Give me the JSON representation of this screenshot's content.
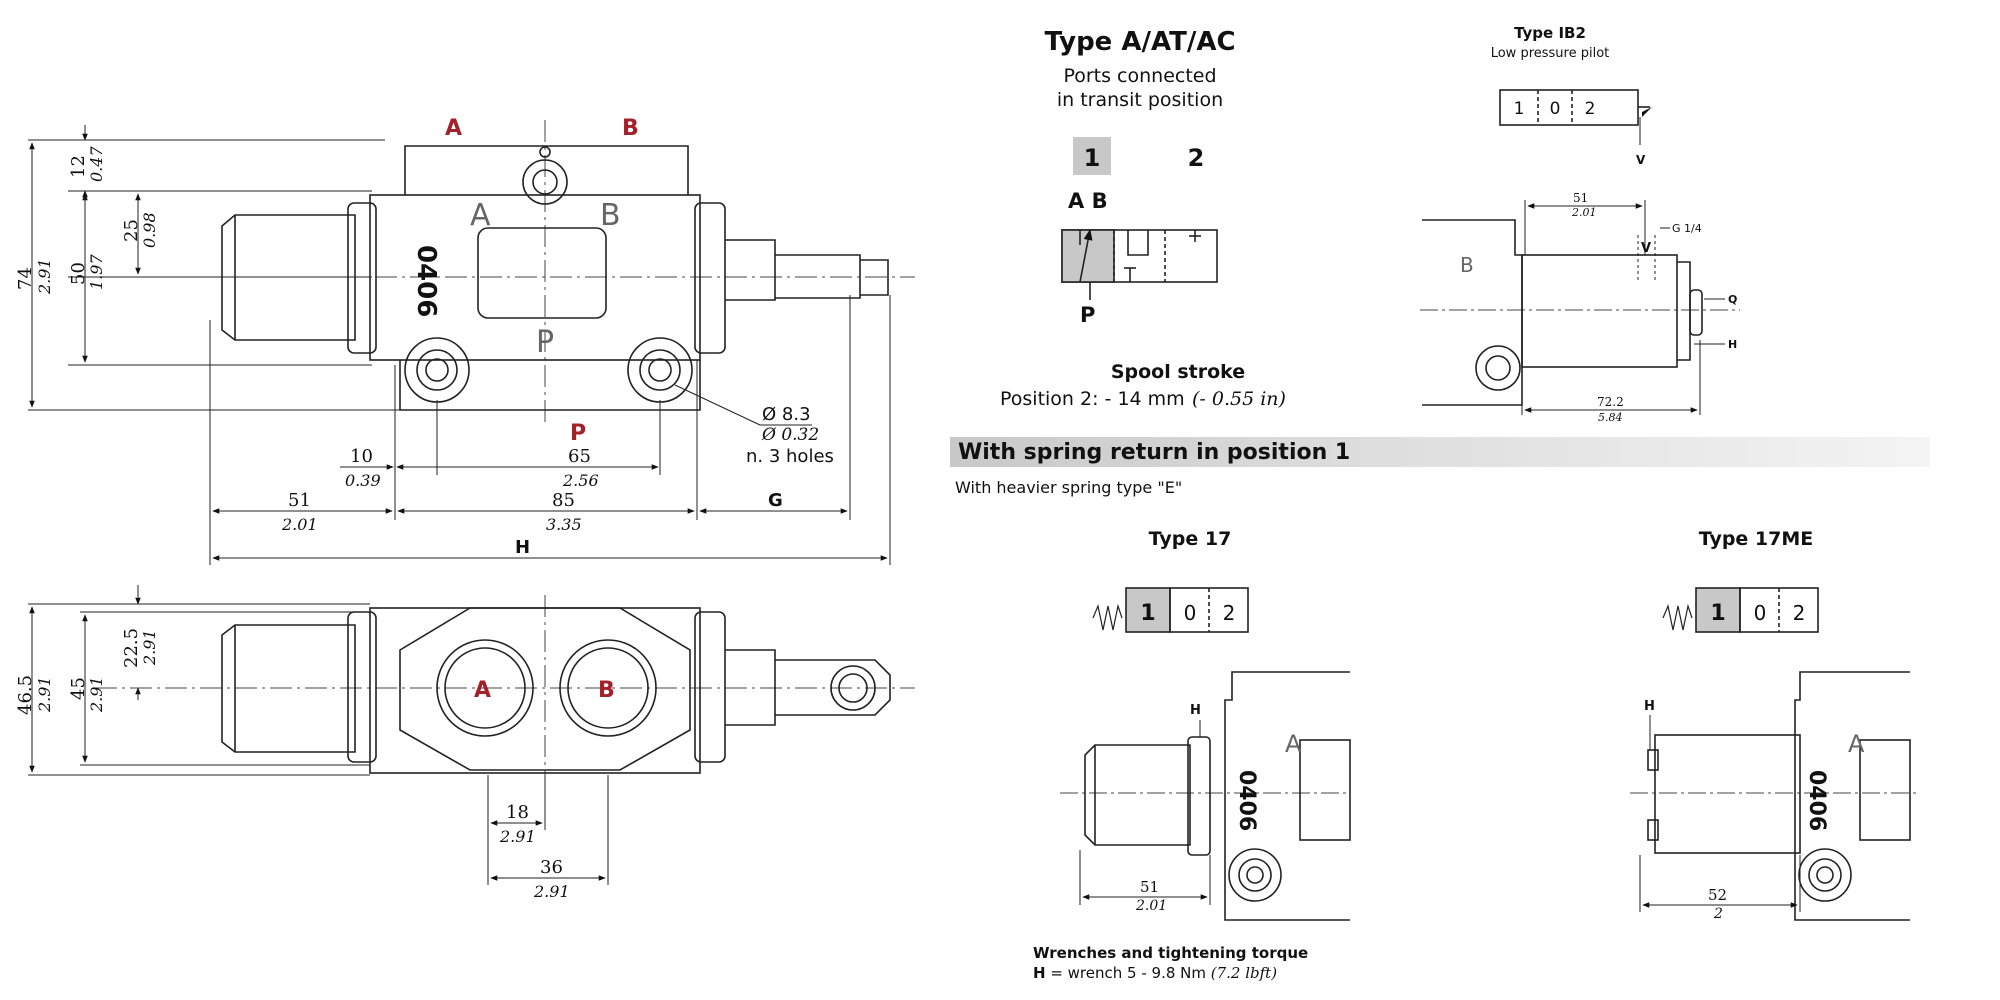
{
  "main_view": {
    "ports": {
      "a": "A",
      "b": "B",
      "p": "P"
    },
    "body_labels": {
      "a": "A",
      "b": "B",
      "p": "P",
      "stamp": "0406"
    },
    "hole_note": {
      "dia_mm": "Ø 8.3",
      "dia_in": "Ø 0.32",
      "count": "n. 3 holes"
    },
    "dims": {
      "d12": "12",
      "d12_in": "0.47",
      "d25": "25",
      "d25_in": "0.98",
      "d50": "50",
      "d50_in": "1.97",
      "d74": "74",
      "d74_in": "2.91",
      "d10": "10",
      "d10_in": "0.39",
      "d65": "65",
      "d65_in": "2.56",
      "d51": "51",
      "d51_in": "2.01",
      "d85": "85",
      "d85_in": "3.35",
      "g": "G",
      "h": "H"
    }
  },
  "bottom_view": {
    "ports": {
      "a": "A",
      "b": "B"
    },
    "dims": {
      "d46": "46.5",
      "d46_in": "2.91",
      "d45": "45",
      "d45_in": "2.91",
      "d22": "22.5",
      "d22_in": "2.91",
      "d18": "18",
      "d18_in": "2.91",
      "d36": "36",
      "d36_in": "2.91"
    }
  },
  "type_a": {
    "title": "Type A/AT/AC",
    "line1": "Ports connected",
    "line2": "in transit position",
    "pos1": "1",
    "pos2": "2",
    "ports_top": "A B",
    "port_bottom": "P",
    "stroke_title": "Spool stroke",
    "stroke_text": "Position 2: - 14 mm",
    "stroke_in": "(- 0.55 in)"
  },
  "type_ib2": {
    "title": "Type IB2",
    "subtitle": "Low pressure pilot",
    "cells": [
      "1",
      "0",
      "2"
    ],
    "v_label": "V",
    "dims": {
      "d51": "51",
      "d51_in": "2.01",
      "d72": "72.2",
      "d72_in": "5.84",
      "g14": "G 1/4",
      "v": "V",
      "q": "Q",
      "h": "H",
      "b": "B"
    }
  },
  "spring_section": {
    "header": "With spring return in position 1",
    "note": "With heavier spring type \"E\""
  },
  "type_17": {
    "title": "Type 17",
    "cells": [
      "1",
      "0",
      "2"
    ],
    "h": "H",
    "a": "A",
    "stamp": "0406",
    "d51": "51",
    "d51_in": "2.01"
  },
  "type_17me": {
    "title": "Type 17ME",
    "cells": [
      "1",
      "0",
      "2"
    ],
    "h": "H",
    "a": "A",
    "stamp": "0406",
    "d52": "52",
    "d52_in": "2"
  },
  "wrench": {
    "title": "Wrenches and tightening torque",
    "h_label": "H",
    "text": " = wrench 5 - 9.8 Nm ",
    "imperial": "(7.2 lbft)"
  }
}
